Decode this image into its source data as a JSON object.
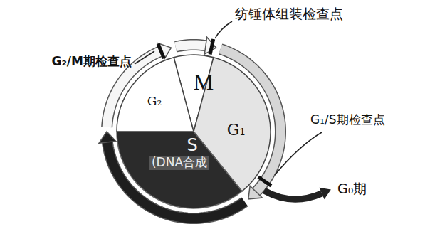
{
  "diagram": {
    "nodes": [
      {
        "text": [
          "M"
        ]
      },
      {
        "text": [
          "G₂"
        ]
      },
      {
        "text": [
          "G₁"
        ]
      },
      {
        "text": [
          "S",
          "(DNA合成"
        ]
      }
    ],
    "edges": [
      {
        "from": 0,
        "to": 2,
        "arrow": "to"
      },
      {
        "from": 2,
        "to": 3,
        "arrow": "to"
      },
      {
        "from": 3,
        "to": 1,
        "arrow": "to"
      },
      {
        "from": 1,
        "to": 0,
        "arrow": "to"
      }
    ],
    "labels": [
      "纺锤体组装检查点",
      "G₂/M期检查点",
      "G₁/S期检查点",
      "G₀期"
    ]
  }
}
